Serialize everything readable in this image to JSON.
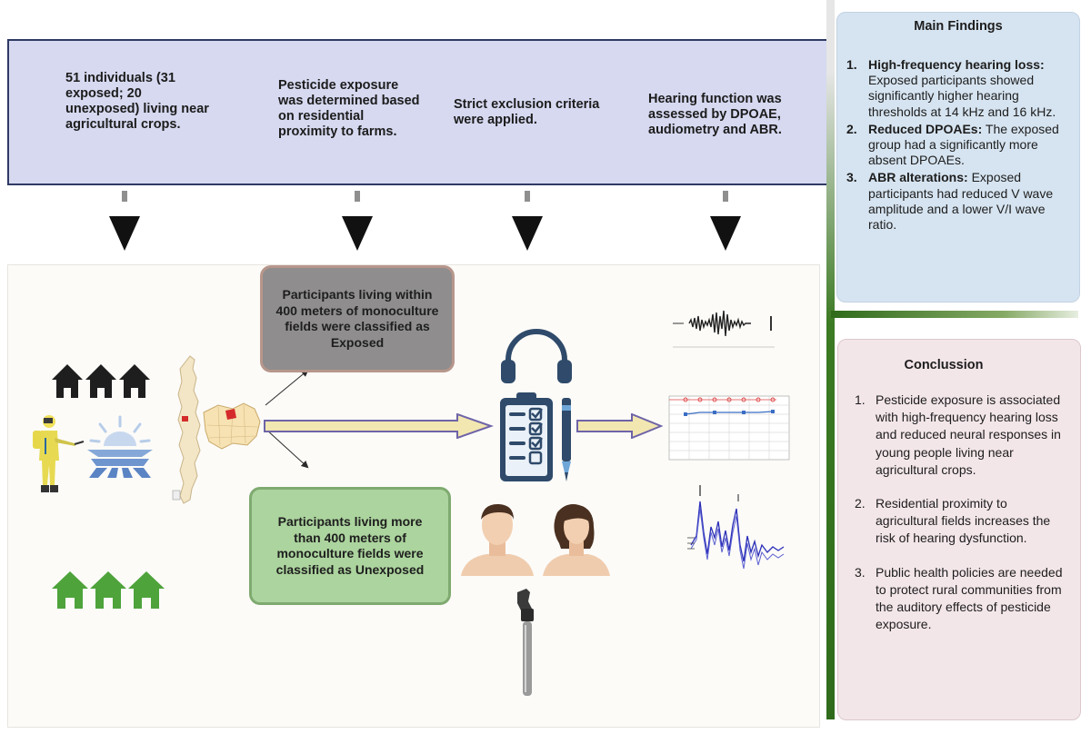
{
  "steps": [
    "51 individuals (31 exposed; 20 unexposed) living near agricultural crops.",
    "Pesticide exposure was determined based on residential proximity to farms.",
    "Strict exclusion criteria were applied.",
    "Hearing function was assessed by DPOAE, audiometry and ABR."
  ],
  "groups": {
    "exposed": "Participants living within 400 meters of monoculture fields were classified as Exposed",
    "unexposed": "Participants living more than 400 meters of monoculture fields were classified as Unexposed"
  },
  "findings": {
    "title": "Main Findings",
    "items": [
      {
        "num": "1.",
        "heading": "High-frequency hearing loss:",
        "text": " Exposed participants showed significantly higher hearing thresholds at 14 kHz and 16 kHz."
      },
      {
        "num": "2.",
        "heading": "Reduced DPOAEs:",
        "text": " The exposed group had a significantly more absent DPOAEs."
      },
      {
        "num": "3.",
        "heading": "ABR alterations:",
        "text": " Exposed participants had reduced V wave amplitude and a lower  V/I wave ratio."
      }
    ]
  },
  "conclusion": {
    "title": "Conclussion",
    "items": [
      {
        "num": "1.",
        "text": "Pesticide exposure is associated with high-frequency hearing loss and reduced neural responses in young people living near agricultural crops."
      },
      {
        "num": "2.",
        "text": "Residential proximity to agricultural fields increases the risk of hearing dysfunction."
      },
      {
        "num": "3.",
        "text": "Public health policies are needed to protect rural communities from the auditory  effects of pesticide exposure."
      }
    ]
  },
  "icons": {
    "house_exposed": "house-icon",
    "house_unexposed": "house-icon",
    "sprayer": "pesticide-sprayer-icon",
    "sun_field": "sun-field-icon",
    "map": "chile-map-icon",
    "headphones": "headphones-icon",
    "clipboard": "checklist-clipboard-icon",
    "pen": "pen-icon",
    "faces": "participant-faces-icon",
    "otoscope": "otoscope-icon",
    "waveform": "dpoae-waveform-icon",
    "audiogram": "audiogram-icon",
    "abr": "abr-wave-icon"
  },
  "colors": {
    "banner_bg": "#d6d9f0",
    "banner_border": "#2f3a63",
    "exposed_box": "#8f8d8d",
    "unexposed_box": "#acd49e",
    "house_exposed": "#1e1e1e",
    "house_unexposed": "#4ea33b",
    "findings_bg": "#d6e4f1",
    "conclusion_bg": "#f3e6e9",
    "arrow_fill": "#f2e7b0",
    "arrow_stroke": "#6e64a8"
  }
}
